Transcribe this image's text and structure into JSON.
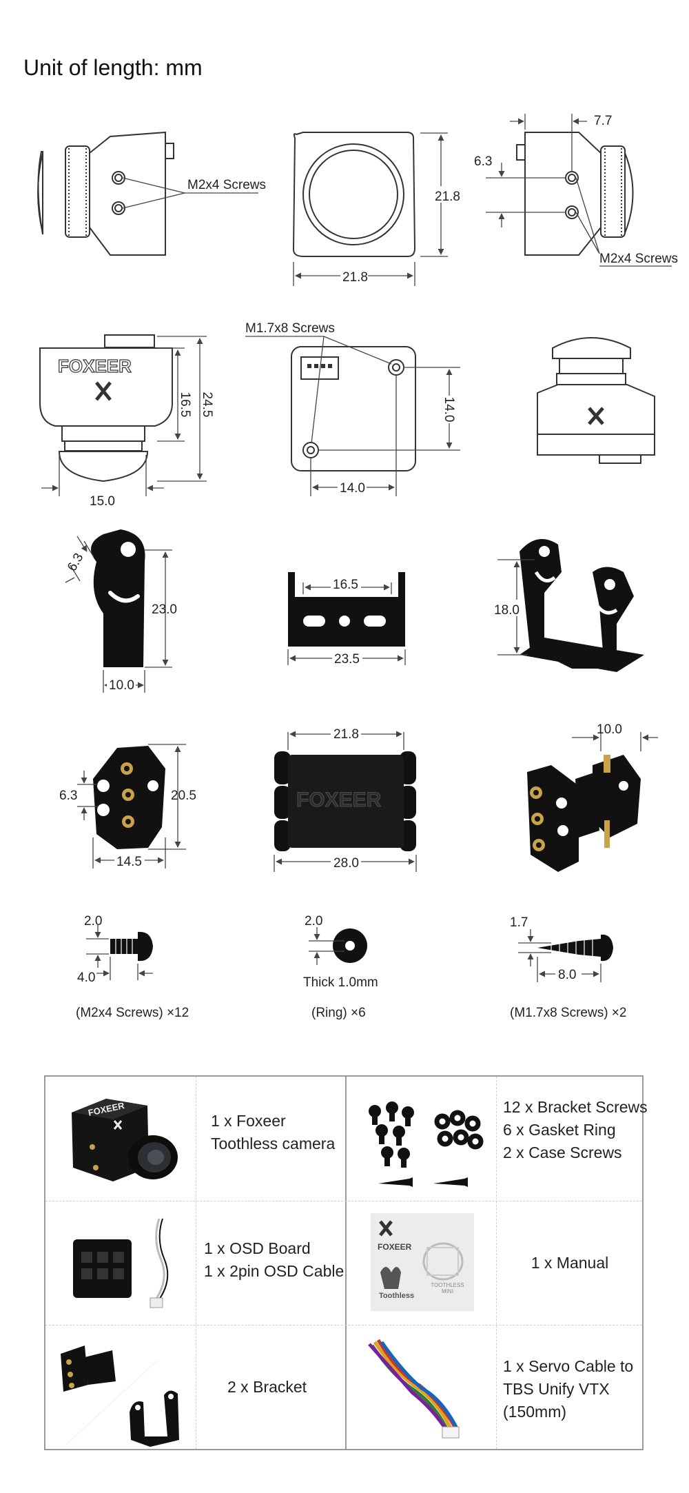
{
  "title": "Unit of length: mm",
  "views": {
    "row1": {
      "screws_left": "M2x4 Screws",
      "width": "21.8",
      "height": "21.8",
      "right_top": "7.7",
      "right_side": "6.3",
      "screws_right": "M2x4 Screws"
    },
    "row2": {
      "logo": "FOXEER",
      "h1": "16.5",
      "h2": "24.5",
      "w": "15.0",
      "screws": "M1.7x8 Screws",
      "board_h": "14.0",
      "board_w": "14.0"
    },
    "row3": {
      "side": "6.3",
      "h": "23.0",
      "w": "10.0",
      "inner": "16.5",
      "outer": "23.5",
      "bracket_h": "18.0"
    },
    "row4": {
      "side": "6.3",
      "h": "20.5",
      "w": "14.5",
      "top": "21.8",
      "bottom": "28.0",
      "logo": "FOXEER",
      "right": "10.0"
    },
    "row5": {
      "screw1_d": "2.0",
      "screw1_l": "4.0",
      "screw1_caption": "(M2x4 Screws) ×12",
      "ring_d": "2.0",
      "ring_thick": "Thick 1.0mm",
      "ring_caption": "(Ring) ×6",
      "screw2_d": "1.7",
      "screw2_l": "8.0",
      "screw2_caption": "(M1.7x8 Screws) ×2"
    }
  },
  "package": {
    "cells": [
      {
        "lines": [
          "1 x Foxeer",
          "Toothless camera"
        ]
      },
      {
        "lines": [
          "12 x Bracket Screws",
          "6 x Gasket Ring",
          "2 x Case Screws"
        ]
      },
      {
        "lines": [
          "1 x OSD Board",
          "1 x 2pin OSD Cable"
        ]
      },
      {
        "lines": [
          "1 x Manual"
        ]
      },
      {
        "lines": [
          "2 x Bracket"
        ]
      },
      {
        "lines": [
          "1 x Servo Cable to",
          "TBS Unify VTX",
          "(150mm)"
        ]
      }
    ],
    "manual_brand": "FOXEER",
    "manual_sub": "Toothless",
    "manual_model": "TOOTHLESS MINI",
    "camera_brand": "FOXEER"
  }
}
